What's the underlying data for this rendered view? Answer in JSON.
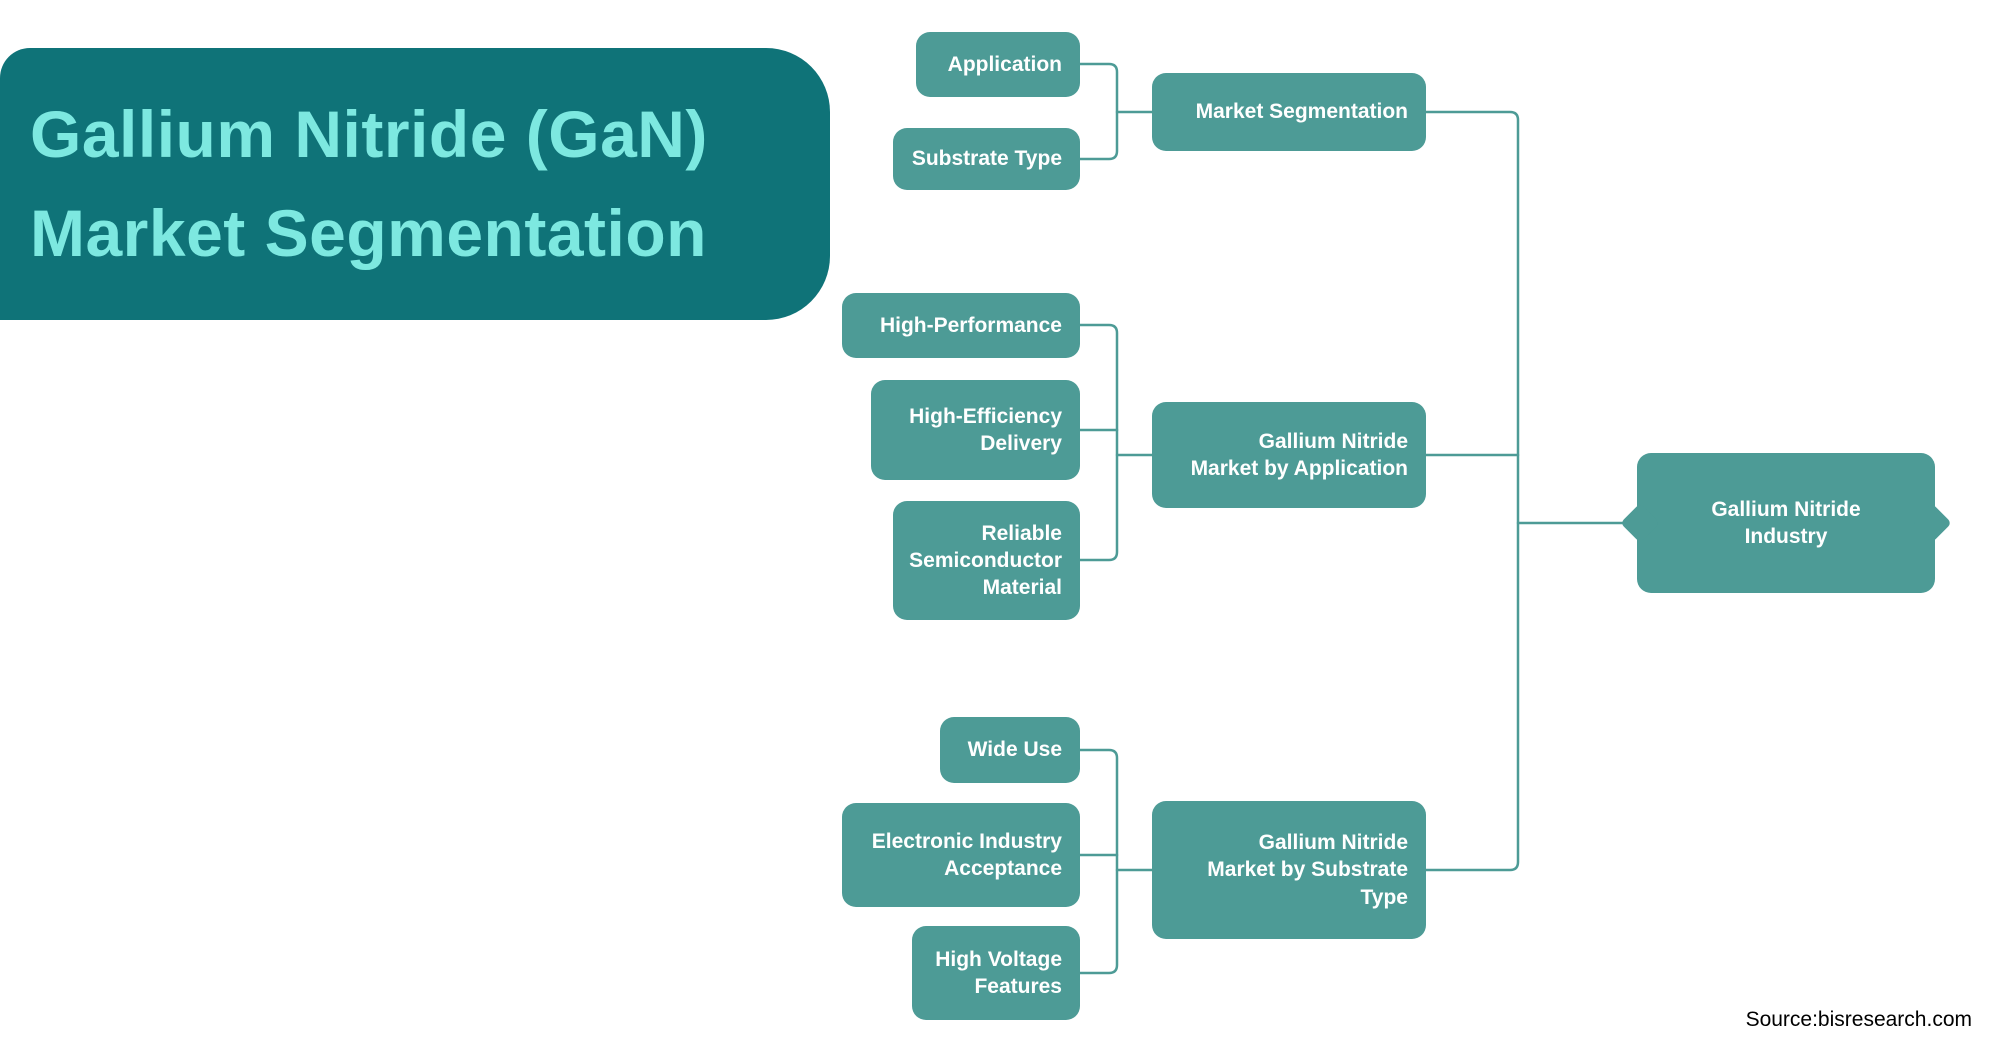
{
  "banner": {
    "title_line1": "Gallium Nitride (GaN)",
    "title_line2": "Market Segmentation"
  },
  "nodes": {
    "application": "Application",
    "substrate_type": "Substrate Type",
    "market_segmentation": "Market Segmentation",
    "high_performance": "High-Performance",
    "high_efficiency_delivery": "High-Efficiency\nDelivery",
    "reliable_semiconductor_material": "Reliable\nSemiconductor\nMaterial",
    "market_by_application": "Gallium Nitride\nMarket by Application",
    "wide_use": "Wide Use",
    "electronic_industry_acceptance": "Electronic Industry\nAcceptance",
    "high_voltage_features": "High Voltage\nFeatures",
    "market_by_substrate_type": "Gallium Nitride\nMarket by Substrate\nType",
    "gan_industry": "Gallium Nitride\nIndustry"
  },
  "hierarchy": [
    {
      "parent": "Market Segmentation",
      "children": [
        "Application",
        "Substrate Type"
      ]
    },
    {
      "parent": "Gallium Nitride Market by Application",
      "children": [
        "High-Performance",
        "High-Efficiency Delivery",
        "Reliable Semiconductor Material"
      ]
    },
    {
      "parent": "Gallium Nitride Market by Substrate Type",
      "children": [
        "Wide Use",
        "Electronic Industry Acceptance",
        "High Voltage Features"
      ]
    },
    {
      "parent": "Gallium Nitride Industry",
      "children": [
        "Market Segmentation",
        "Gallium Nitride Market by Application",
        "Gallium Nitride Market by Substrate Type"
      ]
    }
  ],
  "source": "Source:bisresearch.com",
  "colors": {
    "banner_bg": "#0F7378",
    "banner_text": "#7DE8E0",
    "node_bg": "#4D9B96",
    "node_text": "#FFFFFF",
    "connector": "#4D9B96"
  }
}
